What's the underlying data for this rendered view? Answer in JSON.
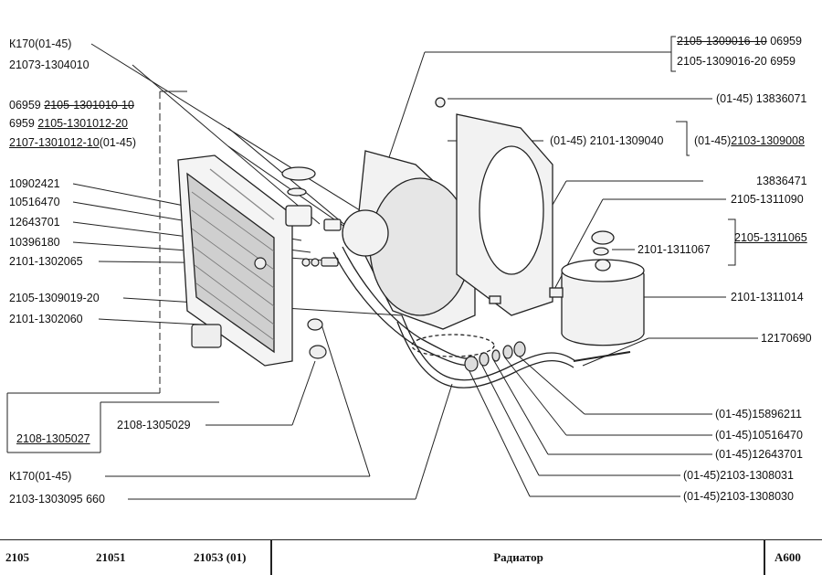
{
  "labels_left": [
    "К170(01-45)",
    "21073-1304010",
    "10902421",
    "10516470",
    "12643701",
    "10396180",
    "2101-1302065",
    "2105-1309019-20",
    "2101-1302060",
    "2108-1305029",
    "2108-1305027",
    "К170(01-45)",
    "2103-1303095 660"
  ],
  "group_left": {
    "row1_prefix": "06959",
    "row1_code": "2105-1301010-10",
    "row2_prefix": "6959",
    "row2_code": "2105-1301012-20",
    "row3_code": "2107-1301012-10",
    "row3_suffix": "(01-45)"
  },
  "group_topright": {
    "row1_code": "2105-1309016-10",
    "row1_suffix": "06959",
    "row2_code": "2105-1309016-20",
    "row2_suffix": "6959"
  },
  "labels_right": [
    "(01-45) 13836071",
    "(01-45) 2101-1309040",
    "13836471",
    "2105-1311090",
    "2101-1311067",
    "2101-1311014",
    "12170690",
    "(01-45)15896211",
    "(01-45)10516470",
    "(01-45)12643701",
    "(01-45)2103-1308031",
    "(01-45)2103-1308030"
  ],
  "label_ring_prefix": "(01-45)",
  "label_ring_code": "2103-1309008",
  "label_tank_group": "2105-1311065",
  "footer": {
    "model1": "2105",
    "model2": "21051",
    "model3": "21053 (01)",
    "title": "Радиатор",
    "code": "А600"
  }
}
